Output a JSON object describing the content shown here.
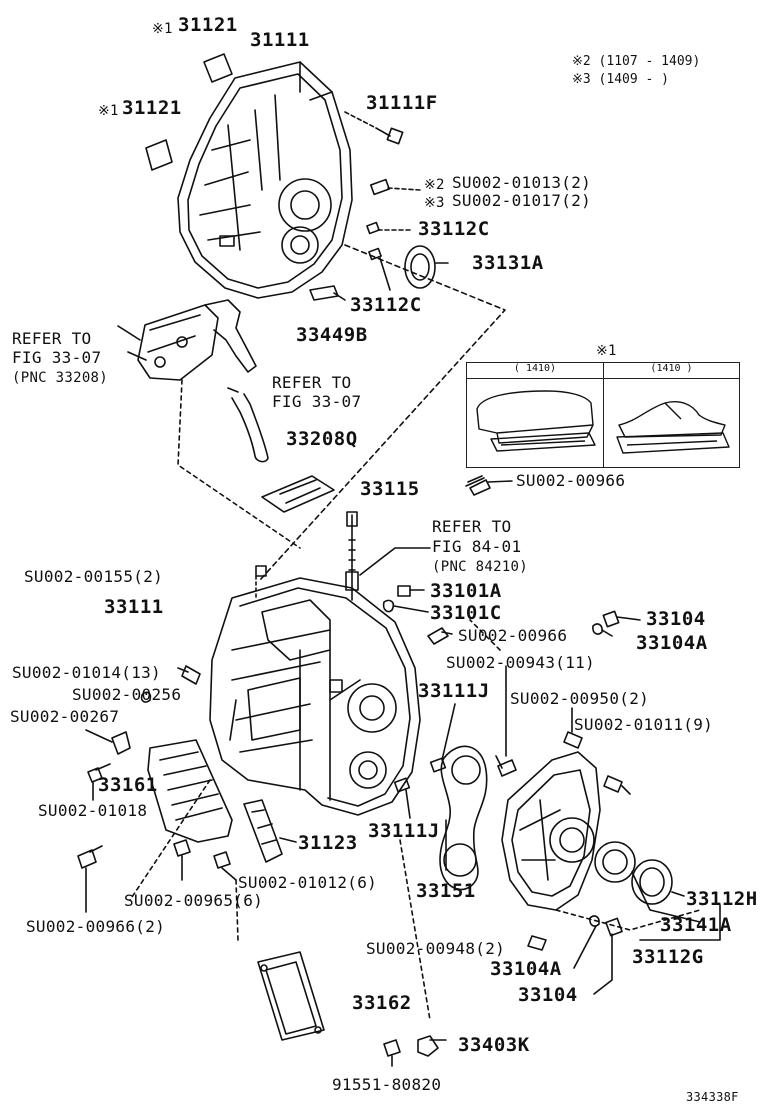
{
  "labels": {
    "p31121a": "31121",
    "p31111top": "31111",
    "p31121b": "31121",
    "p31111F": "31111F",
    "note2": "※2",
    "note3": "※3",
    "su01013": "SU002-01013(2)",
    "su01017": "SU002-01017(2)",
    "p33112Ca": "33112C",
    "p33131A": "33131A",
    "p33112Cb": "33112C",
    "p33449B": "33449B",
    "ref1a": "REFER TO",
    "ref1b": "FIG 33-07",
    "ref1c": "(PNC 33208)",
    "ref2a": "REFER TO",
    "ref2b": "FIG 33-07",
    "p33208Q": "33208Q",
    "p33115": "33115",
    "su00966a": "SU002-00966",
    "ref3a": "REFER TO",
    "ref3b": "FIG 84-01",
    "ref3c": "(PNC 84210)",
    "su00155": "SU002-00155(2)",
    "p33101A": "33101A",
    "p33111mid": "33111",
    "p33101C": "33101C",
    "p33104a": "33104",
    "su00966b": "SU002-00966",
    "p33104Aa": "33104A",
    "su00943": "SU002-00943(11)",
    "su01014": "SU002-01014(13)",
    "p33111Ja": "33111J",
    "su00256": "SU002-00256",
    "su00950": "SU002-00950(2)",
    "su00267": "SU002-00267",
    "su01011": "SU002-01011(9)",
    "p33161": "33161",
    "su01018": "SU002-01018",
    "p33111Jb": "33111J",
    "p31123": "31123",
    "su01012": "SU002-01012(6)",
    "su00965": "SU002-00965(6)",
    "p33151": "33151",
    "p33112H": "33112H",
    "p33141A": "33141A",
    "su00966c": "SU002-00966(2)",
    "su00948": "SU002-00948(2)",
    "p33112G": "33112G",
    "p33104Ab": "33104A",
    "p33104b": "33104",
    "p33162": "33162",
    "p33403K": "33403K",
    "p91551": "91551-80820",
    "figure_id": "334338F"
  },
  "legend": {
    "line2": "※2 (1107 - 1409)",
    "line3": "※3 (1409 -      )"
  },
  "inset": {
    "title": "※1",
    "col1": "(      1410)",
    "col2": "(1410      )"
  },
  "mark1": "※1"
}
